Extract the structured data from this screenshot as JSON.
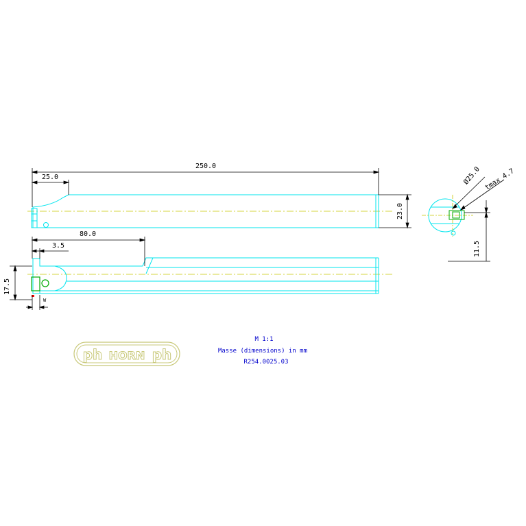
{
  "drawing": {
    "dimensions": {
      "overall_length": "250.0",
      "front_length": "25.0",
      "shank_height": "23.0",
      "min_bore_depth": "80.0",
      "offset_small": "3.5",
      "height_17": "17.5",
      "width_label": "W",
      "diameter": "Ø25.0",
      "tmax": "tmax 4.7",
      "center_height": "11.5"
    },
    "caption": {
      "scale": "M 1:1",
      "units": "Masse (dimensions) in mm",
      "part_number": "R254.0025.03"
    },
    "logo": {
      "left_mark": "ph",
      "brand": "HORN",
      "right_mark": "ph"
    },
    "colors": {
      "outline": "#00e5ee",
      "centerline": "#c8c800",
      "dimension": "#000000",
      "caption": "#0000cc",
      "logo": "#c8c878",
      "insert": "#00aa00",
      "marker": "#ff0000"
    }
  }
}
